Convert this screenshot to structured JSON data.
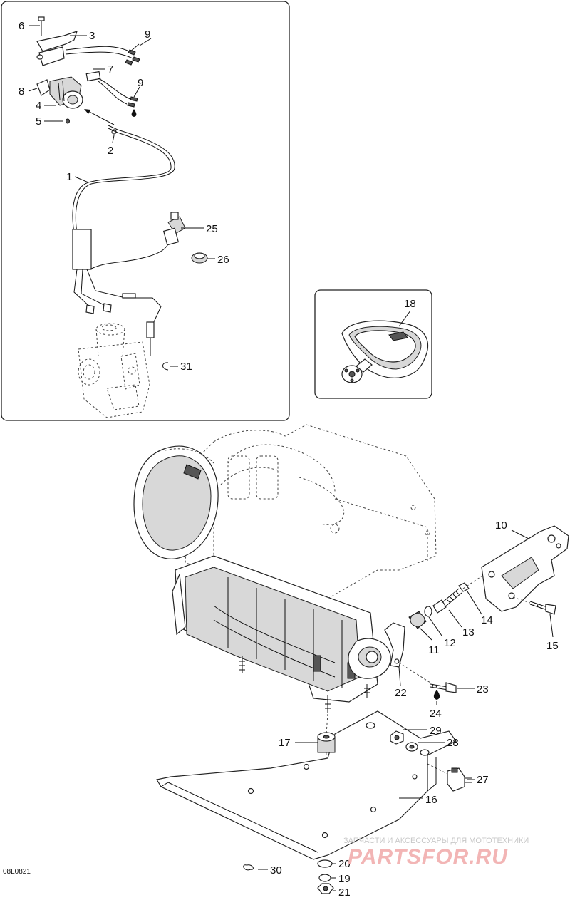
{
  "diagram_code": "08L0821",
  "watermark": {
    "line1": "ЗАПЧАСТИ И АКСЕССУАРЫ ДЛЯ МОТОТЕХНИКИ",
    "line2": "PARTSFOR.RU"
  },
  "callouts": {
    "c1": "1",
    "c2": "2",
    "c3": "3",
    "c4": "4",
    "c5": "5",
    "c6": "6",
    "c7": "7",
    "c8": "8",
    "c9a": "9",
    "c9b": "9",
    "c10": "10",
    "c11": "11",
    "c12": "12",
    "c13": "13",
    "c14": "14",
    "c15": "15",
    "c16": "16",
    "c17": "17",
    "c18": "18",
    "c19": "19",
    "c20": "20",
    "c21": "21",
    "c22": "22",
    "c23": "23",
    "c24": "24",
    "c25": "25",
    "c26": "26",
    "c27": "27",
    "c28": "28",
    "c29": "29",
    "c30": "30",
    "c31": "31"
  }
}
